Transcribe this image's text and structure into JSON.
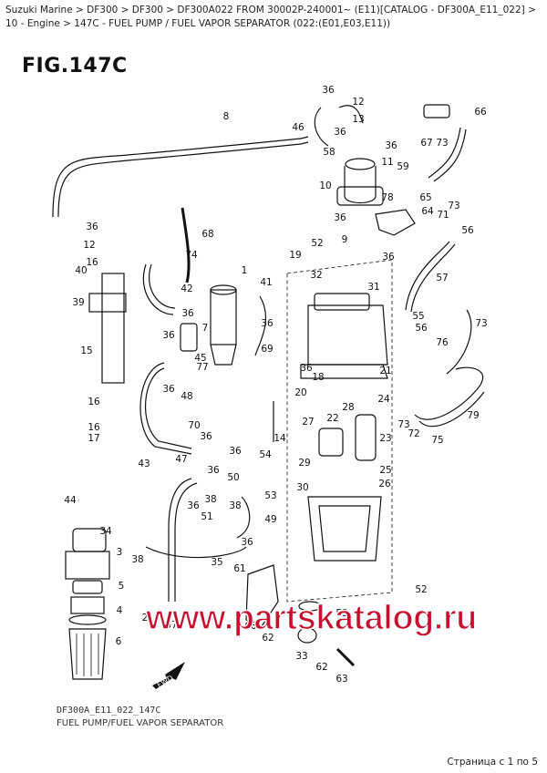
{
  "header": {
    "breadcrumb": "Suzuki Marine > DF300 > DF300 > DF300A022 FROM 30002P-240001~ (E11)[CATALOG - DF300A_E11_022] > 10 - Engine > 147C - FUEL PUMP / FUEL VAPOR SEPARATOR (022:(E01,E03,E11))"
  },
  "figure": {
    "title": "FIG.147C",
    "code": "DF300A_E11_022_147C",
    "caption": "FUEL PUMP/FUEL VAPOR SEPARATOR",
    "fwd_label": "FWD"
  },
  "watermark": "www.partskatalog.ru",
  "footer": {
    "page_indicator": "Страница с 1 по 5"
  },
  "callouts": [
    {
      "id": "c1",
      "label": "36"
    },
    {
      "id": "c2",
      "label": "12"
    },
    {
      "id": "c3",
      "label": "13"
    },
    {
      "id": "c4",
      "label": "46"
    },
    {
      "id": "c5",
      "label": "36"
    },
    {
      "id": "c6",
      "label": "66"
    },
    {
      "id": "c7",
      "label": "8"
    },
    {
      "id": "c8",
      "label": "58"
    },
    {
      "id": "c9",
      "label": "36"
    },
    {
      "id": "c10",
      "label": "67"
    },
    {
      "id": "c11",
      "label": "73"
    },
    {
      "id": "c12",
      "label": "11"
    },
    {
      "id": "c13",
      "label": "59"
    },
    {
      "id": "c14",
      "label": "10"
    },
    {
      "id": "c15",
      "label": "78"
    },
    {
      "id": "c16",
      "label": "65"
    },
    {
      "id": "c17",
      "label": "73"
    },
    {
      "id": "c18",
      "label": "64"
    },
    {
      "id": "c19",
      "label": "71"
    },
    {
      "id": "c20",
      "label": "36"
    },
    {
      "id": "c21",
      "label": "56"
    },
    {
      "id": "c22",
      "label": "36"
    },
    {
      "id": "c23",
      "label": "68"
    },
    {
      "id": "c24",
      "label": "12"
    },
    {
      "id": "c25",
      "label": "74"
    },
    {
      "id": "c26",
      "label": "9"
    },
    {
      "id": "c27",
      "label": "52"
    },
    {
      "id": "c28",
      "label": "19"
    },
    {
      "id": "c29",
      "label": "36"
    },
    {
      "id": "c30",
      "label": "16"
    },
    {
      "id": "c31",
      "label": "40"
    },
    {
      "id": "c32",
      "label": "1"
    },
    {
      "id": "c33",
      "label": "32"
    },
    {
      "id": "c34",
      "label": "57"
    },
    {
      "id": "c35",
      "label": "42"
    },
    {
      "id": "c36",
      "label": "41"
    },
    {
      "id": "c37",
      "label": "31"
    },
    {
      "id": "c38",
      "label": "39"
    },
    {
      "id": "c39",
      "label": "36"
    },
    {
      "id": "c40",
      "label": "55"
    },
    {
      "id": "c41",
      "label": "73"
    },
    {
      "id": "c42",
      "label": "7"
    },
    {
      "id": "c43",
      "label": "36"
    },
    {
      "id": "c44",
      "label": "56"
    },
    {
      "id": "c45",
      "label": "36"
    },
    {
      "id": "c46",
      "label": "76"
    },
    {
      "id": "c47",
      "label": "15"
    },
    {
      "id": "c48",
      "label": "45"
    },
    {
      "id": "c49",
      "label": "77"
    },
    {
      "id": "c50",
      "label": "69"
    },
    {
      "id": "c51",
      "label": "36"
    },
    {
      "id": "c52",
      "label": "21"
    },
    {
      "id": "c53",
      "label": "36"
    },
    {
      "id": "c54",
      "label": "18"
    },
    {
      "id": "c55",
      "label": "20"
    },
    {
      "id": "c56",
      "label": "24"
    },
    {
      "id": "c57",
      "label": "16"
    },
    {
      "id": "c58",
      "label": "79"
    },
    {
      "id": "c59",
      "label": "28"
    },
    {
      "id": "c60",
      "label": "70"
    },
    {
      "id": "c61",
      "label": "73"
    },
    {
      "id": "c62",
      "label": "72"
    },
    {
      "id": "c63",
      "label": "16"
    },
    {
      "id": "c64",
      "label": "17"
    },
    {
      "id": "c65",
      "label": "27"
    },
    {
      "id": "c66",
      "label": "22"
    },
    {
      "id": "c67",
      "label": "14"
    },
    {
      "id": "c68",
      "label": "36"
    },
    {
      "id": "c69",
      "label": "23"
    },
    {
      "id": "c70",
      "label": "75"
    },
    {
      "id": "c71",
      "label": "47"
    },
    {
      "id": "c72",
      "label": "36"
    },
    {
      "id": "c73",
      "label": "54"
    },
    {
      "id": "c74",
      "label": "43"
    },
    {
      "id": "c75",
      "label": "36"
    },
    {
      "id": "c76",
      "label": "29"
    },
    {
      "id": "c77",
      "label": "25"
    },
    {
      "id": "c78",
      "label": "50"
    },
    {
      "id": "c79",
      "label": "30"
    },
    {
      "id": "c80",
      "label": "26"
    },
    {
      "id": "c81",
      "label": "38"
    },
    {
      "id": "c82",
      "label": "53"
    },
    {
      "id": "c83",
      "label": "44"
    },
    {
      "id": "c84",
      "label": "36"
    },
    {
      "id": "c85",
      "label": "38"
    },
    {
      "id": "c86",
      "label": "51"
    },
    {
      "id": "c87",
      "label": "49"
    },
    {
      "id": "c88",
      "label": "34"
    },
    {
      "id": "c89",
      "label": "3"
    },
    {
      "id": "c90",
      "label": "36"
    },
    {
      "id": "c91",
      "label": "35"
    },
    {
      "id": "c92",
      "label": "38"
    },
    {
      "id": "c93",
      "label": "61"
    },
    {
      "id": "c94",
      "label": "5"
    },
    {
      "id": "c95",
      "label": "52"
    },
    {
      "id": "c96",
      "label": "4"
    },
    {
      "id": "c97",
      "label": "2"
    },
    {
      "id": "c98",
      "label": "37"
    },
    {
      "id": "c99",
      "label": "60"
    },
    {
      "id": "c100",
      "label": "53"
    },
    {
      "id": "c101",
      "label": "6"
    },
    {
      "id": "c102",
      "label": "62"
    },
    {
      "id": "c103",
      "label": "33"
    },
    {
      "id": "c104",
      "label": "62"
    },
    {
      "id": "c105",
      "label": "63"
    },
    {
      "id": "c106",
      "label": "48"
    }
  ]
}
